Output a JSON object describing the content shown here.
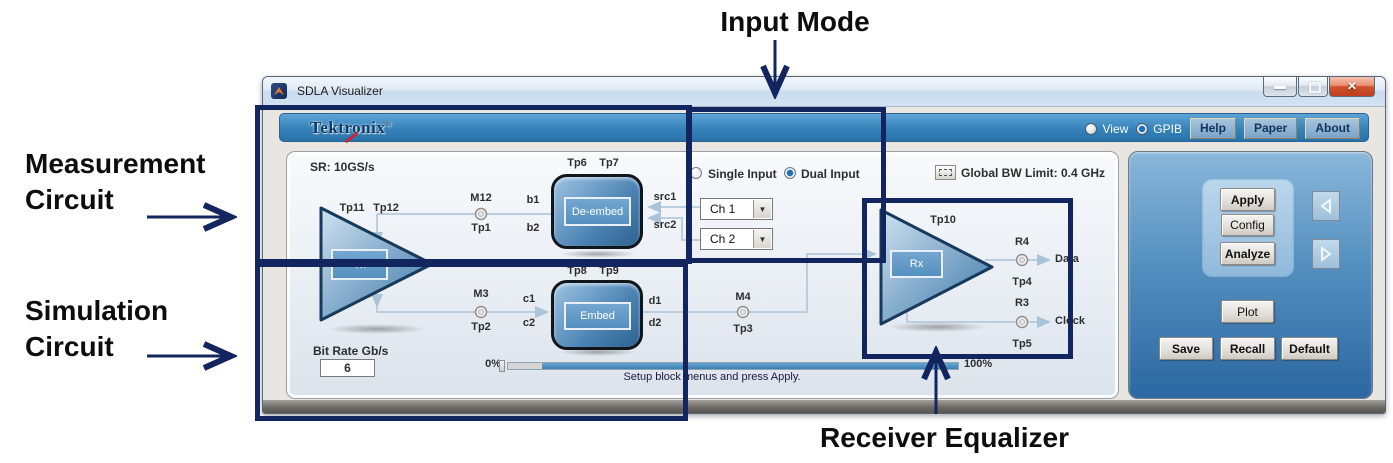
{
  "annotations": {
    "input_mode": "Input Mode",
    "measurement": "Measurement\nCircuit",
    "simulation": "Simulation\nCircuit",
    "receiver": "Receiver Equalizer"
  },
  "window": {
    "title": "SDLA Visualizer"
  },
  "toolbar": {
    "brand": "Tektronix",
    "brand_mark": "®",
    "view_label": "View",
    "gpib_label": "GPIB",
    "help": "Help",
    "paper": "Paper",
    "about": "About"
  },
  "diagram": {
    "sr": "SR: 10GS/s",
    "tx": "Tx",
    "rx": "Rx",
    "deembed": "De-embed",
    "embed": "Embed",
    "tp1": "Tp1",
    "tp2": "Tp2",
    "tp3": "Tp3",
    "tp4": "Tp4",
    "tp5": "Tp5",
    "tp6": "Tp6",
    "tp7": "Tp7",
    "tp8": "Tp8",
    "tp9": "Tp9",
    "tp10": "Tp10",
    "tp11": "Tp11",
    "tp12": "Tp12",
    "m12": "M12",
    "m3": "M3",
    "m4": "M4",
    "b1": "b1",
    "b2": "b2",
    "c1": "c1",
    "c2": "c2",
    "d1": "d1",
    "d2": "d2",
    "src1": "src1",
    "src2": "src2",
    "r4": "R4",
    "r3": "R3",
    "data": "Data",
    "clock": "Clock",
    "global_bw": "Global BW Limit: 0.4 GHz",
    "bit_rate_label": "Bit Rate Gb/s",
    "bit_rate_value": "6",
    "progress_start": "0%",
    "progress_end": "100%",
    "status": "Setup block menus and press Apply."
  },
  "input_mode": {
    "single": "Single Input",
    "dual": "Dual Input",
    "selected": "Dual Input",
    "ch1": "Ch 1",
    "ch2": "Ch 2"
  },
  "control_panel": {
    "apply": "Apply",
    "config": "Config",
    "analyze": "Analyze",
    "plot": "Plot",
    "save": "Save",
    "recall": "Recall",
    "default": "Default"
  },
  "colors": {
    "annotation_navy": "#12255e",
    "toolbar_blue": "#3583bb",
    "panel_blue": "#5590c0",
    "connector_blue": "#b9cfe1"
  }
}
